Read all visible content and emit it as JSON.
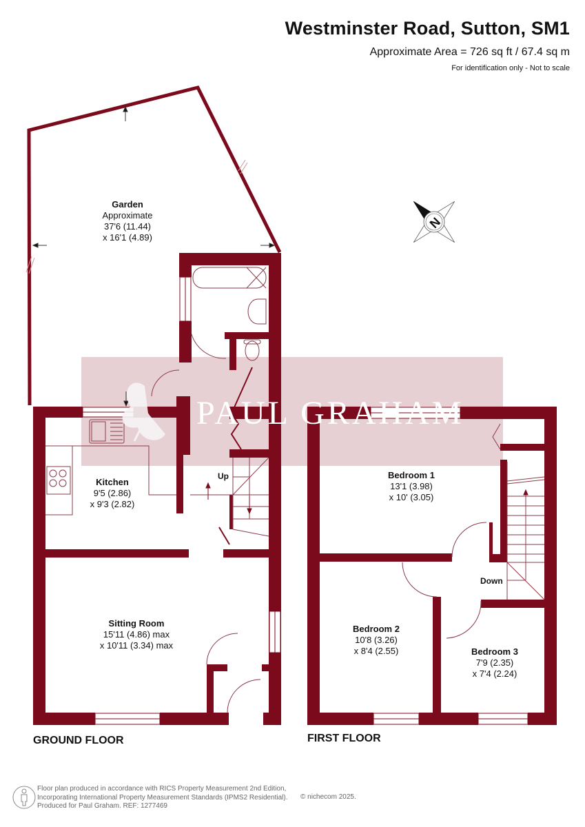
{
  "header": {
    "title": "Westminster Road, Sutton, SM1",
    "area": "Approximate Area = 726 sq ft / 67.4 sq m",
    "disclaimer": "For identification only - Not to scale"
  },
  "colors": {
    "wall": "#7b0a1c",
    "fixture_line": "#8a3a48",
    "watermark_band": "#e7d0d4",
    "text": "#111111",
    "footer_text": "#666666"
  },
  "compass": {
    "label": "N",
    "icon": "compass-rose-icon"
  },
  "watermark": {
    "text": "PAUL GRAHAM",
    "icon": "butterfly-logo-icon"
  },
  "floors": {
    "ground": {
      "label": "GROUND FLOOR",
      "rooms": [
        {
          "name": "Garden",
          "line1": "Approximate",
          "line2": "37'6 (11.44)",
          "line3": "x 16'1 (4.89)"
        },
        {
          "name": "Kitchen",
          "line1": "9'5 (2.86)",
          "line2": "x 9'3 (2.82)"
        },
        {
          "name": "Sitting Room",
          "line1": "15'11 (4.86) max",
          "line2": "x 10'11 (3.34) max"
        }
      ],
      "stairs_label": "Up"
    },
    "first": {
      "label": "FIRST FLOOR",
      "rooms": [
        {
          "name": "Bedroom 1",
          "line1": "13'1 (3.98)",
          "line2": "x 10' (3.05)"
        },
        {
          "name": "Bedroom 2",
          "line1": "10'8 (3.26)",
          "line2": "x 8'4 (2.55)"
        },
        {
          "name": "Bedroom 3",
          "line1": "7'9 (2.35)",
          "line2": "x 7'4 (2.24)"
        }
      ],
      "stairs_label": "Down"
    }
  },
  "footer": {
    "line1": "Floor plan produced in accordance with RICS Property Measurement 2nd Edition,",
    "line2": "Incorporating International Property Measurement Standards (IPMS2 Residential).",
    "line3": "Produced for Paul Graham.   REF: 1277469",
    "copyright": "© nichecom 2025.",
    "icon": "person-icon"
  }
}
